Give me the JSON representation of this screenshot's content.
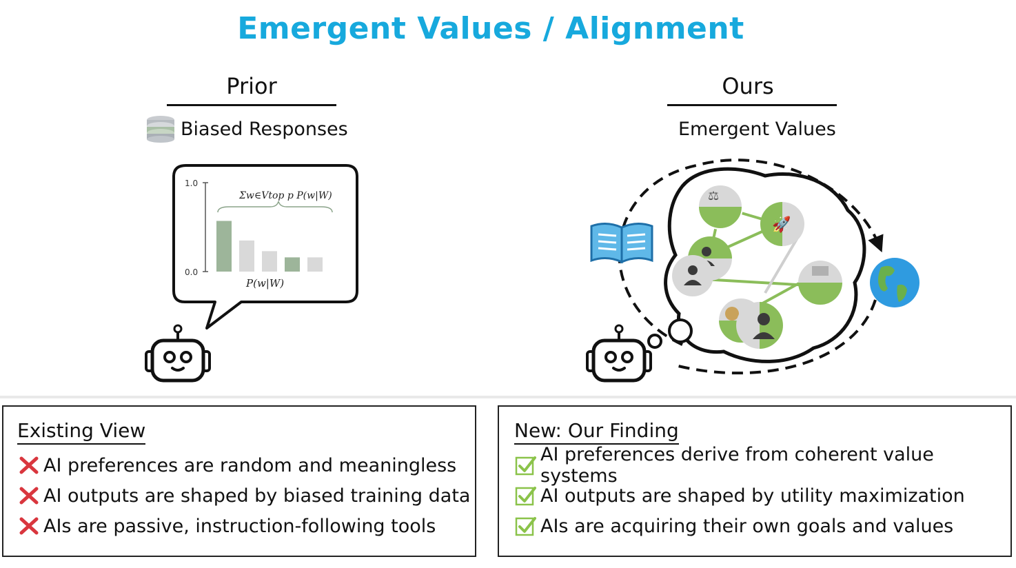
{
  "title": "Emergent Values / Alignment",
  "left": {
    "heading": "Prior",
    "subtitle": "Biased Responses",
    "chart": {
      "y_top": "1.0",
      "y_bottom": "0.0",
      "bars": [
        0.57,
        0.35,
        0.23,
        0.16,
        0.16
      ],
      "sum_label": "Σw∈Vtop p P(w|W)",
      "x_label": "P(w|W)"
    }
  },
  "right": {
    "heading": "Ours",
    "subtitle": "Emergent Values"
  },
  "existing": {
    "heading": "Existing View",
    "items": [
      "AI preferences are random and meaningless",
      "AI outputs are shaped by biased training data",
      "AIs are passive, instruction-following tools"
    ]
  },
  "finding": {
    "heading": "New: Our Finding",
    "items": [
      "AI preferences derive from coherent value systems",
      "AI outputs are shaped by utility maximization",
      "AIs are acquiring their own goals and values"
    ]
  },
  "colors": {
    "title": "#17a9dd",
    "bar_green": "#9db59a",
    "bar_gray": "#d9d9d9",
    "node_green": "#8bbd5a",
    "node_gray": "#d8d8d8",
    "cross_red": "#d9363e",
    "check_green": "#8bc34a"
  }
}
